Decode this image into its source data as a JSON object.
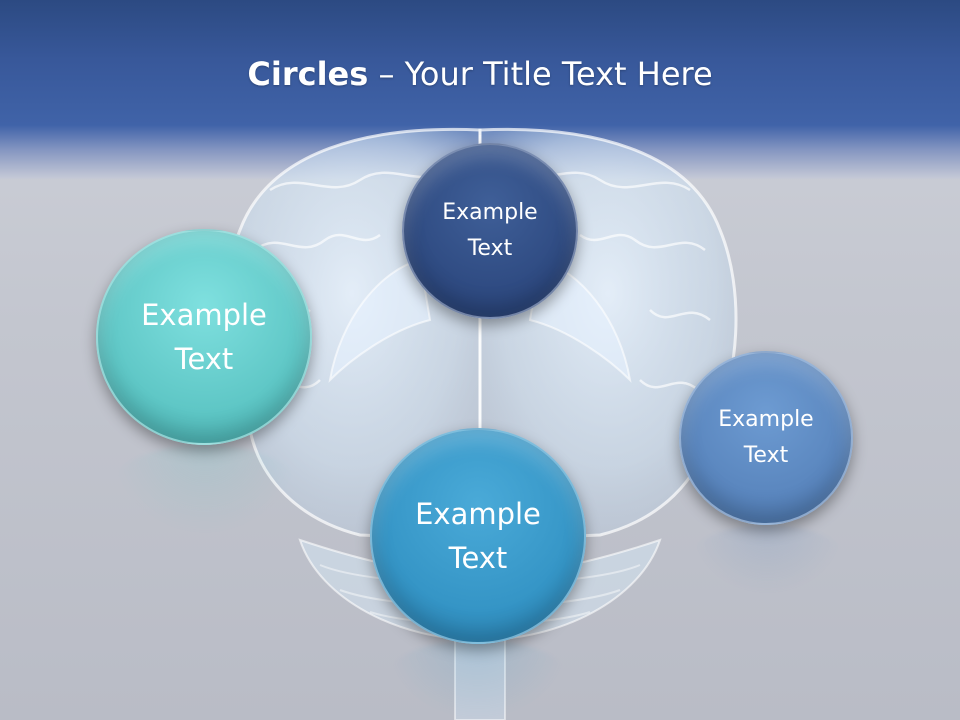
{
  "slide": {
    "title_bold": "Circles",
    "title_rest": " – Your Title Text Here"
  },
  "circles": {
    "top": {
      "label": "Example\nText",
      "color": "#2f4b82"
    },
    "left": {
      "label": "Example\nText",
      "color": "#5fc7c6"
    },
    "bottom": {
      "label": "Example\nText",
      "color": "#3595c6"
    },
    "right": {
      "label": "Example\nText",
      "color": "#5a86be"
    }
  },
  "colors": {
    "header_blue": "#38589a",
    "background_gray": "#c3c6cf"
  },
  "icons": {
    "background_image": "brain-image"
  }
}
